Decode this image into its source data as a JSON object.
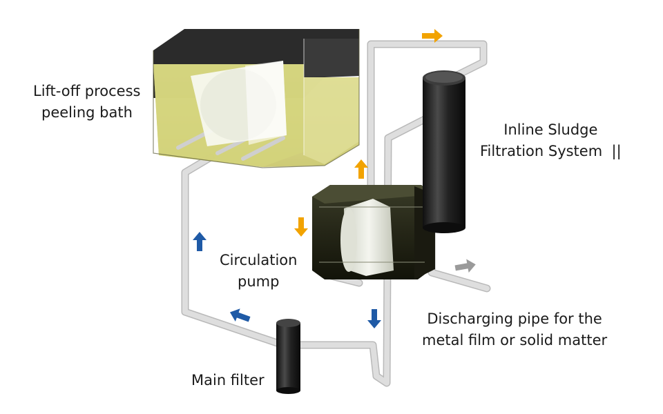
{
  "labels": {
    "peeling_bath": [
      "Lift-off process",
      "peeling bath"
    ],
    "inline_filter": [
      "Inline Sludge",
      "Filtration System  ||"
    ],
    "circulation_pump": [
      "Circulation",
      "pump"
    ],
    "discharging_pipe": [
      "Discharging pipe for the",
      "metal film or solid matter"
    ],
    "main_filter": "Main filter"
  },
  "colors": {
    "pipe": "#d9d9d9",
    "pipe_edge": "#b7b7b7",
    "liquid": "#d8d784",
    "tank_dark": "#2a2a2a",
    "cylinder": "#1e1e1e",
    "arrow_orange": "#f2a300",
    "arrow_blue": "#1f5aa6",
    "arrow_gray": "#9a9a9a"
  },
  "icons": [
    "arrow-right-icon",
    "arrow-up-icon",
    "arrow-down-icon",
    "arrow-left-icon"
  ]
}
